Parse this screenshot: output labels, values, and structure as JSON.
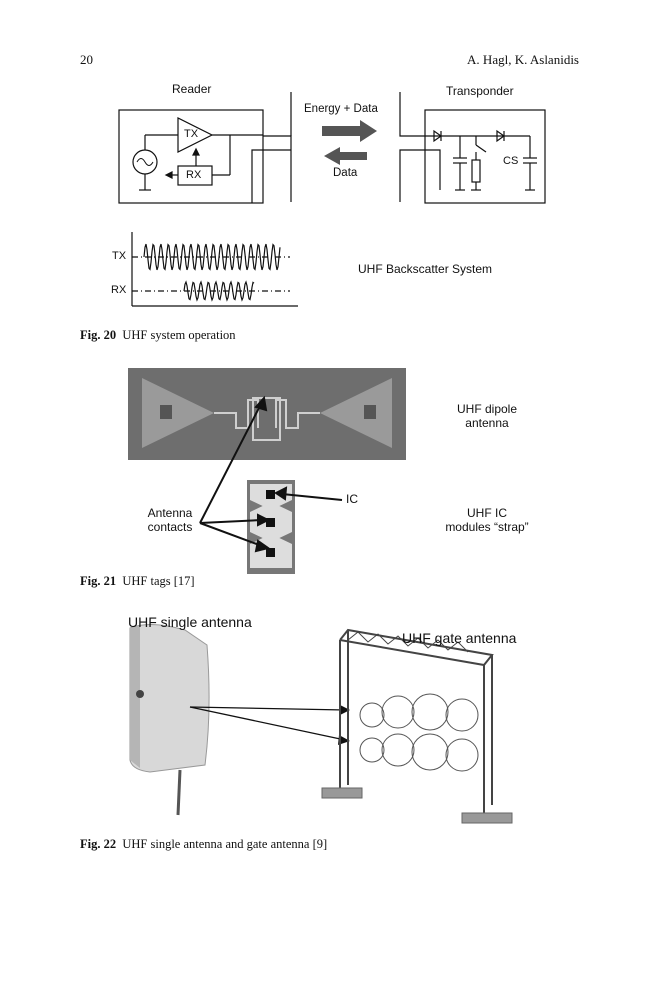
{
  "header": {
    "page_number": "20",
    "authors": "A. Hagl, K. Aslanidis"
  },
  "fig20": {
    "reader_label": "Reader",
    "transponder_label": "Transponder",
    "tx_box": "TX",
    "rx_box": "RX",
    "energy_data": "Energy + Data",
    "data": "Data",
    "cs": "CS",
    "tx_signal": "TX",
    "rx_signal": "RX",
    "system_label": "UHF Backscatter System",
    "caption_num": "Fig. 20",
    "caption_text": "UHF system operation"
  },
  "fig21": {
    "dipole_label_1": "UHF dipole",
    "dipole_label_2": "antenna",
    "antenna_contacts_1": "Antenna",
    "antenna_contacts_2": "contacts",
    "ic_label": "IC",
    "strap_label_1": "UHF IC",
    "strap_label_2": "modules “strap”",
    "caption_num": "Fig. 21",
    "caption_text": "UHF tags [17]"
  },
  "fig22": {
    "single_antenna": "UHF single antenna",
    "gate_antenna": "UHF gate antenna",
    "caption_num": "Fig. 22",
    "caption_text": "UHF single antenna and gate antenna [9]"
  }
}
